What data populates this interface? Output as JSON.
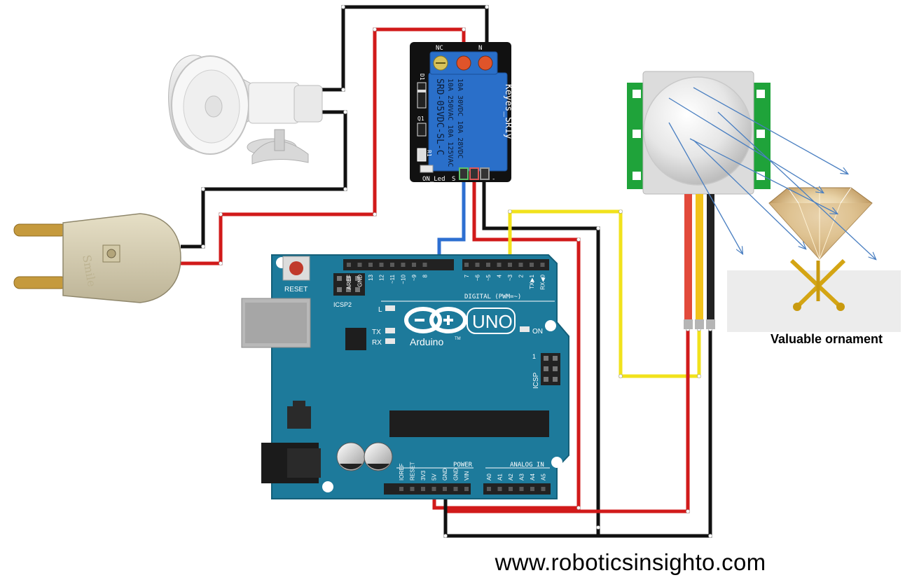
{
  "relay": {
    "nc": "NC",
    "no": "N",
    "model_line1": "SRD-05VDC-SL-C",
    "spec_line1": "10A 250VAC 10A 125VAC",
    "spec_line2": "10A 30VDC 10A 28VDC",
    "brand": "Keyes_SR1y",
    "on_led": "ON_Led",
    "s_pin": "S",
    "minus_pin": "-",
    "d1": "D1",
    "q1": "Q1",
    "r1": "R1"
  },
  "arduino": {
    "reset": "RESET",
    "icsp2": "ICSP2",
    "icsp": "ICSP",
    "icsp_pin1": "1",
    "digital": "DIGITAL (PWM=~)",
    "logo_text": "Arduino",
    "tm": "TM",
    "uno": "UNO",
    "on": "ON",
    "l": "L",
    "tx": "TX",
    "rx": "RX",
    "power": "POWER",
    "analog_in": "ANALOG IN",
    "top_pins": [
      "AREF",
      "GND",
      "13",
      "12",
      "~11",
      "~10",
      "~9",
      "8"
    ],
    "top_pins2": [
      "7",
      "~6",
      "~5",
      "4",
      "~3",
      "2",
      "TX▶1",
      "RX◀0"
    ],
    "power_pins": [
      "IOREF",
      "RESET",
      "3V3",
      "5V",
      "GND",
      "GND",
      "VIN"
    ],
    "analog_pins": [
      "A0",
      "A1",
      "A2",
      "A3",
      "A4",
      "A5"
    ],
    "plug_brand": "Smile"
  },
  "ornament_label": "Valuable ornament",
  "url": "www.roboticsinsighto.com",
  "colors": {
    "board_blue": "#1d7a9b",
    "relay_blue": "#2a6fc9",
    "pcb_black": "#111111",
    "pir_green": "#1fa33a",
    "wire_red": "#d11a1a",
    "wire_black": "#111111",
    "wire_yellow": "#f1e21c",
    "wire_blue": "#2d6fd1",
    "ray_blue": "#4a7fc1"
  }
}
